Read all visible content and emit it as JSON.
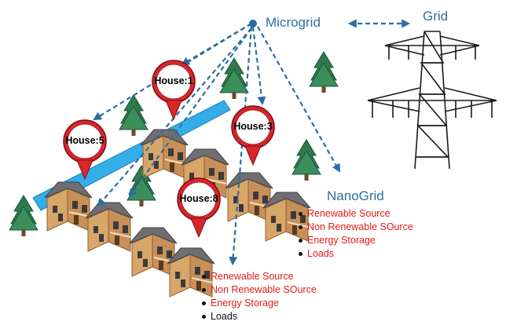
{
  "labels": {
    "microgrid": "Microgrid",
    "grid": "Grid",
    "nanogrid": "NanoGrid"
  },
  "houses": [
    {
      "label": "House:1"
    },
    {
      "label": "House:5"
    },
    {
      "label": "House:3"
    },
    {
      "label": "House:8"
    }
  ],
  "list_right": [
    {
      "text": "Renewable Source",
      "color": "#e01b1b"
    },
    {
      "text": "Non Renewable SOurce",
      "color": "#e01b1b"
    },
    {
      "text": "Energy Storage",
      "color": "#e01b1b"
    },
    {
      "text": "Loads",
      "color": "#e01b1b"
    }
  ],
  "list_bottom": [
    {
      "text": "Renewable Source",
      "color": "#e01b1b"
    },
    {
      "text": "Non Renewable SOurce",
      "color": "#e01b1b"
    },
    {
      "text": "Energy Storage",
      "color": "#e01b1b"
    },
    {
      "text": "Loads",
      "color": "#111111"
    }
  ],
  "colors": {
    "title_blue": "#2f6f9e",
    "arrow_blue": "#2c6ea3",
    "pipe_blue": "#33aee8",
    "pin_red": "#d9262c",
    "house_tan": "#d9a66a",
    "roof_gray": "#6e6e73",
    "tree_green": "#2e7a4b"
  },
  "icons": [
    "microgrid-arrow",
    "transmission-tower-icon",
    "location-pin-icon",
    "house-icon",
    "pine-tree-icon",
    "blue-pipe"
  ]
}
